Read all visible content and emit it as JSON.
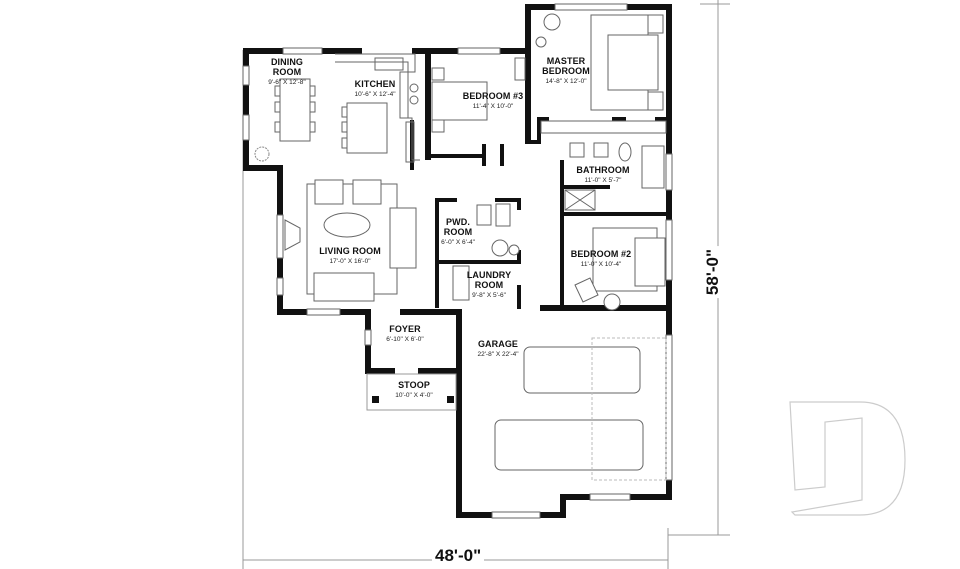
{
  "plan": {
    "overall_width": "48'-0\"",
    "overall_depth": "58'-0\"",
    "watermark_icon": "d-logo-icon"
  },
  "rooms": [
    {
      "name": "DINING ROOM",
      "dim": "9'-6\" X 12'-8\""
    },
    {
      "name": "KITCHEN",
      "dim": "10'-6\" X 12'-4\""
    },
    {
      "name": "BEDROOM #3",
      "dim": "11'-4\" X 10'-0\""
    },
    {
      "name": "MASTER BEDROOM",
      "name_line1": "MASTER",
      "name_line2": "BEDROOM",
      "dim": "14'-8\" X 12'-0\""
    },
    {
      "name": "BATHROOM",
      "dim": "11'-0\" X 5'-7\""
    },
    {
      "name": "LIVING ROOM",
      "dim": "17'-0\" X 16'-0\""
    },
    {
      "name": "PWD. ROOM",
      "name_line1": "PWD.",
      "name_line2": "ROOM",
      "dim": "6'-0\" X 6'-4\""
    },
    {
      "name": "LAUNDRY ROOM",
      "name_line1": "LAUNDRY",
      "name_line2": "ROOM",
      "dim": "9'-8\" X 5'-6\""
    },
    {
      "name": "BEDROOM #2",
      "dim": "11'-0\" X 10'-4\""
    },
    {
      "name": "FOYER",
      "dim": "6'-10\" X 6'-0\""
    },
    {
      "name": "GARAGE",
      "dim": "22'-8\" X 22'-4\""
    },
    {
      "name": "STOOP",
      "dim": "10'-0\" X 4'-0\""
    }
  ],
  "colors": {
    "wall": "#111111",
    "line": "#555555",
    "fixture": "#777777",
    "watermark": "#cccccc"
  }
}
